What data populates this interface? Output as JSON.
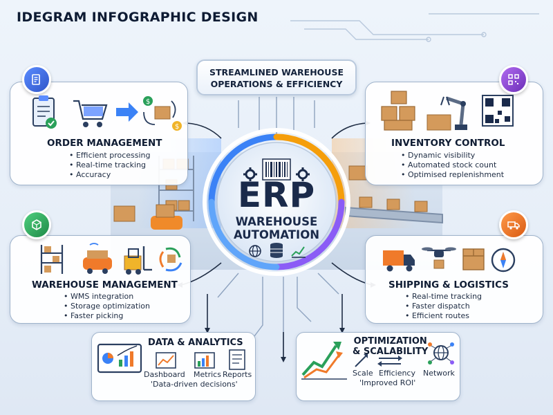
{
  "header": {
    "title": "IDEGRAM INFOGRAPHIC DESIGN"
  },
  "banner": {
    "line1": "STREAMLINED WAREHOUSE",
    "line2": "OPERATIONS & EFFICIENCY"
  },
  "center": {
    "title": "ERP",
    "subtitle_line1": "WAREHOUSE",
    "subtitle_line2": "AUTOMATION"
  },
  "order_management": {
    "title": "ORDER MANAGEMENT",
    "bullets": [
      "• Efficient processing",
      "• Real-time tracking",
      "• Accuracy"
    ]
  },
  "inventory_control": {
    "title": "INVENTORY CONTROL",
    "bullets": [
      "• Dynamic visibility",
      "• Automated stock count",
      "• Optimised replenishment"
    ]
  },
  "warehouse_management": {
    "title": "WAREHOUSE MANAGEMENT",
    "bullets": [
      "• WMS integration",
      "• Storage optimization",
      "• Faster picking"
    ]
  },
  "shipping_logistics": {
    "title": "SHIPPING & LOGISTICS",
    "bullets": [
      "• Real-time tracking",
      "• Faster dispatch",
      "• Efficient routes"
    ]
  },
  "data_analytics": {
    "title": "DATA & ANALYTICS",
    "labels": [
      "Dashboard",
      "Metrics",
      "Reports"
    ],
    "note": "'Data-driven decisions'"
  },
  "optimization": {
    "title_line1": "OPTIMIZATION",
    "title_line2": "& SCALABILITY",
    "labels": [
      "Scale",
      "Efficiency",
      "Network"
    ],
    "note": "'Improved ROI'"
  },
  "colors": {
    "order_badge": "#3f6fe0",
    "inventory_badge": "#8a3fd1",
    "warehouse_badge": "#2aa05a",
    "shipping_badge": "#f07a2a",
    "ring_blue": "#3b82f6",
    "ring_orange": "#f59e0b",
    "ring_purple": "#8b5cf6"
  },
  "icons": [
    "clipboard-icon",
    "shopping-cart-icon",
    "arrow-right-icon",
    "money-cycle-icon",
    "boxes-icon",
    "robot-arm-icon",
    "qr-code-icon",
    "shelves-icon",
    "agv-robot-icon",
    "forklift-icon",
    "recycle-icon",
    "truck-icon",
    "drone-icon",
    "package-icon",
    "compass-icon",
    "barcode-icon",
    "gear-icon",
    "globe-icon",
    "database-icon",
    "growth-chart-icon",
    "monitor-icon",
    "bar-chart-icon",
    "document-icon",
    "network-icon"
  ]
}
